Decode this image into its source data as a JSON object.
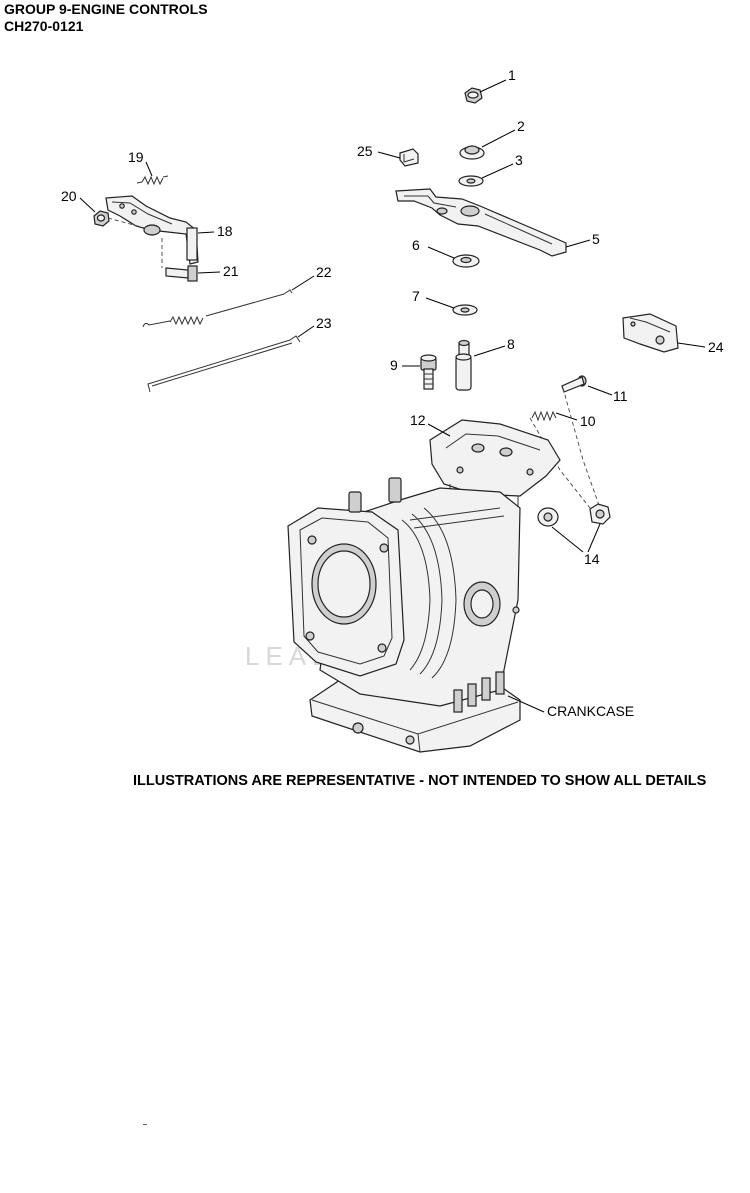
{
  "header": {
    "title": "GROUP 9-ENGINE CONTROLS",
    "subtitle": "CH270-0121"
  },
  "callouts": {
    "c1": "1",
    "c2": "2",
    "c3": "3",
    "c5": "5",
    "c6": "6",
    "c7": "7",
    "c8": "8",
    "c9": "9",
    "c10": "10",
    "c11": "11",
    "c12": "12",
    "c14": "14",
    "c18": "18",
    "c19": "19",
    "c20": "20",
    "c21": "21",
    "c22": "22",
    "c23": "23",
    "c24": "24",
    "c25": "25",
    "crankcase": "CRANKCASE"
  },
  "watermark": "LEADVENTURE",
  "footer_note": "ILLUSTRATIONS ARE REPRESENTATIVE - NOT INTENDED TO SHOW ALL DETAILS"
}
